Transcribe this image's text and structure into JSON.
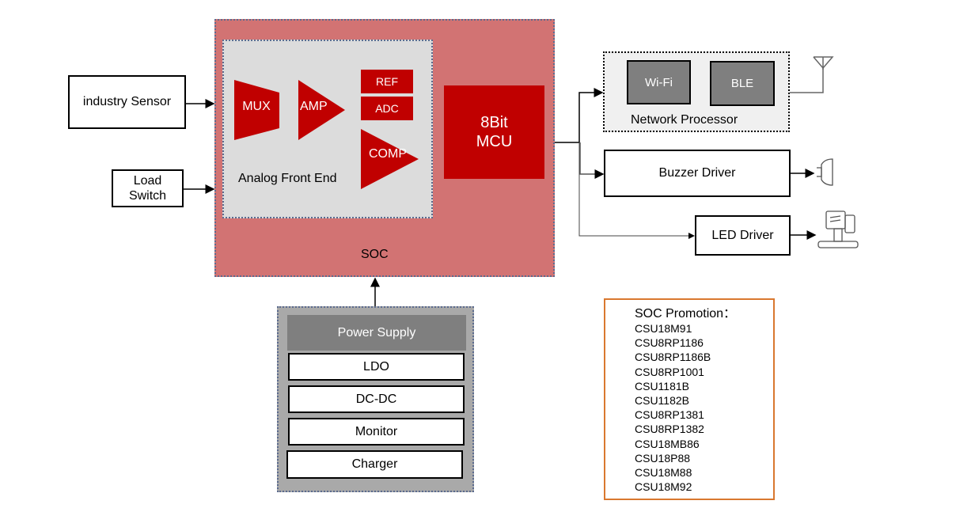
{
  "inputs": {
    "industry_sensor": "industry Sensor",
    "load_switch_line1": "Load",
    "load_switch_line2": "Switch"
  },
  "soc": {
    "label": "SOC",
    "afe": {
      "label": "Analog Front End",
      "mux": "MUX",
      "amp": "AMP",
      "ref": "REF",
      "adc": "ADC",
      "comp": "COMP"
    },
    "mcu_line1": "8Bit",
    "mcu_line2": "MCU"
  },
  "outputs": {
    "network_processor": {
      "label": "Network Processor",
      "wifi": "Wi-Fi",
      "ble": "BLE"
    },
    "buzzer_driver": "Buzzer Driver",
    "led_driver": "LED Driver"
  },
  "power_supply": {
    "title": "Power Supply",
    "items": [
      "LDO",
      "DC-DC",
      "Monitor",
      "Charger"
    ]
  },
  "promotion": {
    "title": "SOC Promotion：",
    "items": [
      "CSU18M91",
      "CSU8RP1186",
      "CSU8RP1186B",
      "CSU8RP1001",
      "CSU1181B",
      "CSU1182B",
      "CSU8RP1381",
      "CSU8RP1382",
      "CSU18MB86",
      "CSU18P88",
      "CSU18M88",
      "CSU18M92"
    ]
  },
  "colors": {
    "soc_fill": "#d27373",
    "block_red": "#c00000",
    "afe_fill": "#dcdcdc",
    "promo_border": "#d9782f"
  }
}
